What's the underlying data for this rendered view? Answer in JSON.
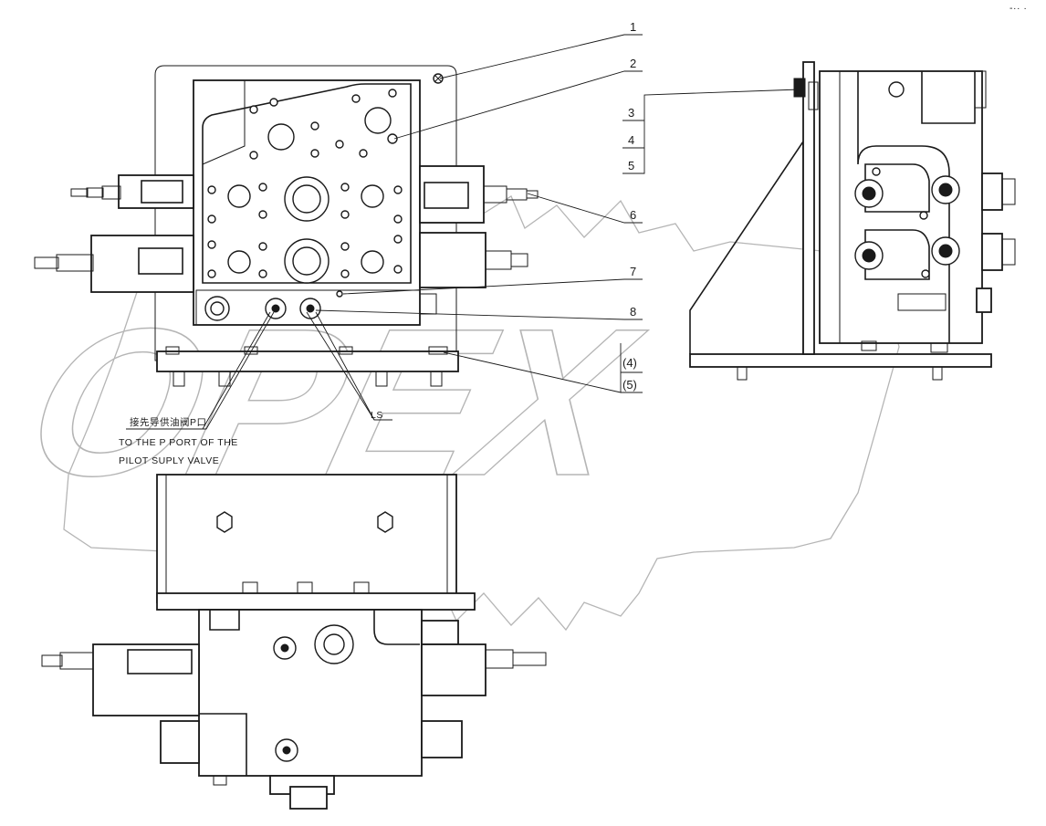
{
  "callouts": {
    "c1": "1",
    "c2": "2",
    "c3": "3",
    "c4": "4",
    "c5": "5",
    "c6": "6",
    "c7": "7",
    "c8": "8",
    "c4b": "(4)",
    "c5b": "(5)",
    "ls": "LS"
  },
  "note": {
    "chinese": "接先导供油阀P口",
    "line1": "TO THE P PORT OF THE",
    "line2": "PILOT SUPLY VALVE"
  },
  "watermark": {
    "text": "OPEX"
  },
  "corner_mark": {
    "text": "-·· ·"
  }
}
